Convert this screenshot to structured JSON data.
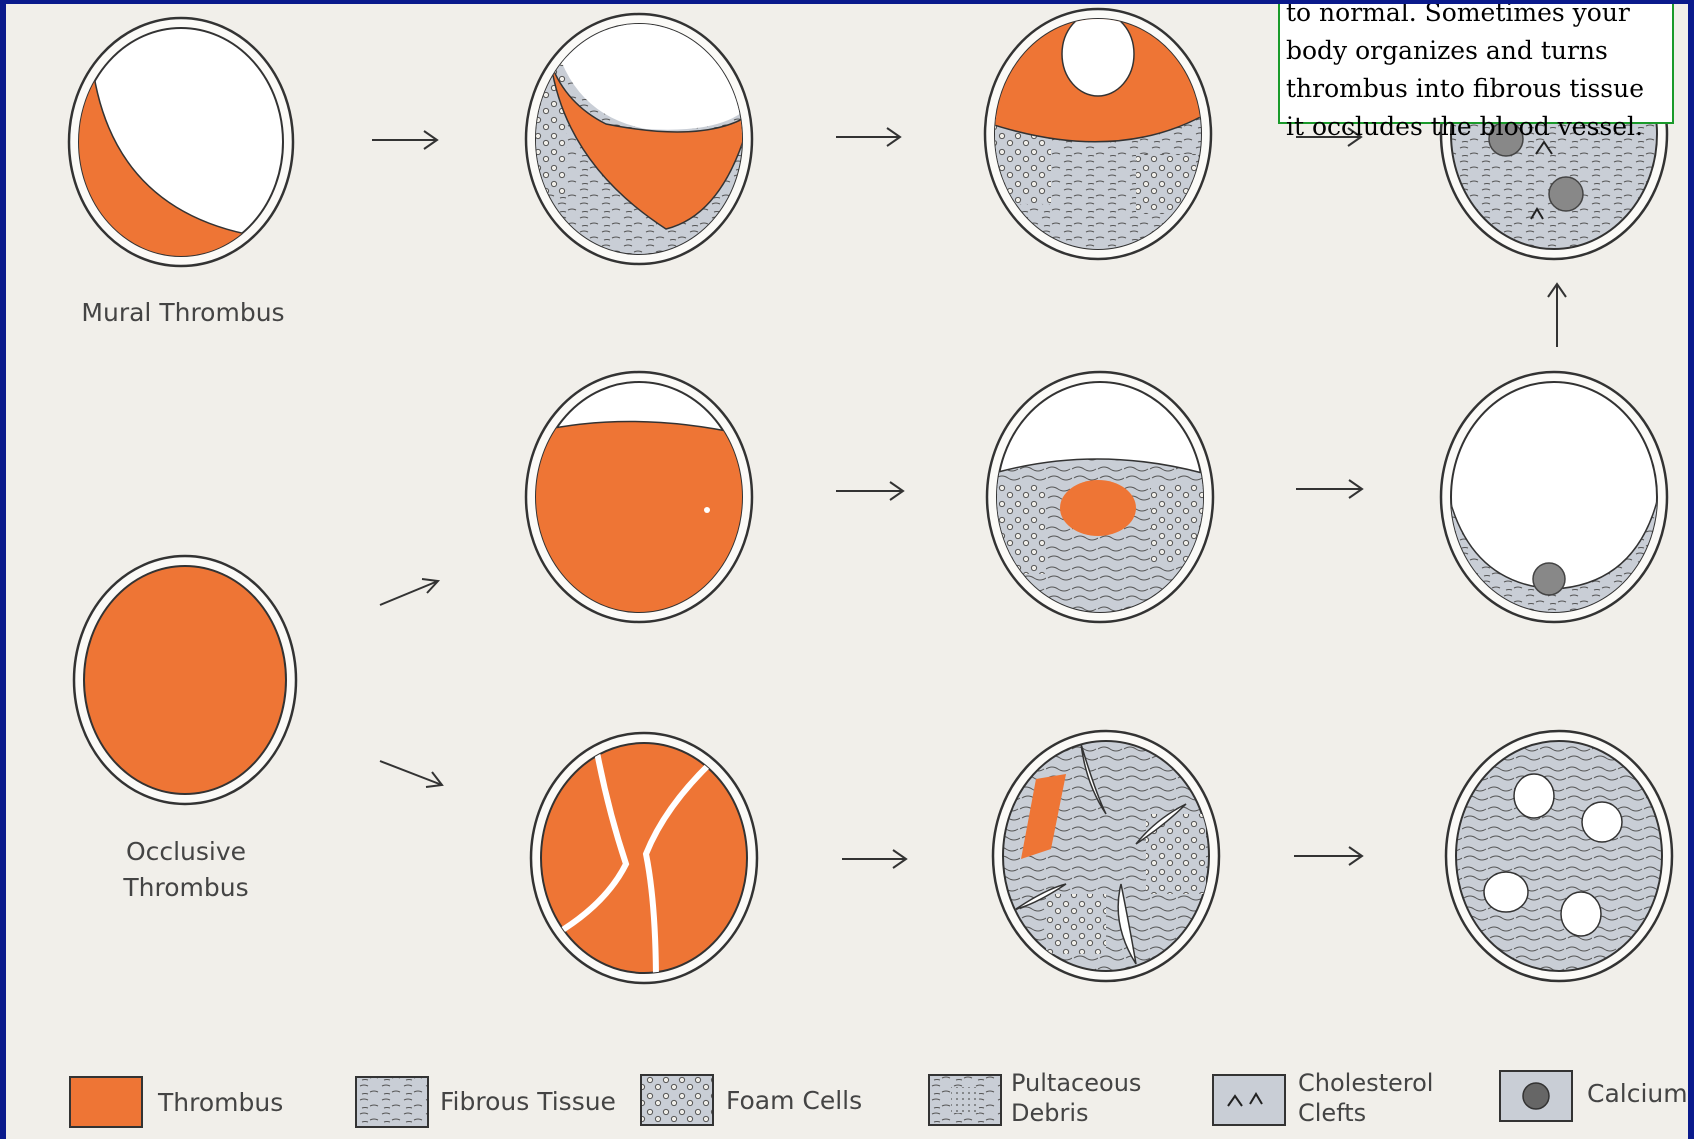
{
  "labels": {
    "mural": "Mural Thrombus",
    "occlusive_1": "Occlusive",
    "occlusive_2": "Thrombus"
  },
  "note": {
    "lines": [
      "to normal. Sometimes your",
      "body organizes and turns",
      "thrombus into fibrous tissue",
      "it occludes the blood vessel."
    ]
  },
  "legend": [
    {
      "label": "Thrombus",
      "icon": "thrombus-swatch-icon"
    },
    {
      "label": "Fibrous Tissue",
      "icon": "fibrous-tissue-swatch-icon"
    },
    {
      "label": "Foam Cells",
      "icon": "foam-cells-swatch-icon"
    },
    {
      "label_1": "Pultaceous",
      "label_2": "Debris",
      "icon": "pultaceous-debris-swatch-icon"
    },
    {
      "label_1": "Cholesterol",
      "label_2": "Clefts",
      "icon": "cholesterol-clefts-swatch-icon"
    },
    {
      "label": "Calcium",
      "icon": "calcium-swatch-icon"
    }
  ],
  "colors": {
    "thrombus": "#ee7535",
    "fibrous": "#c9ced6",
    "background": "#f1efea",
    "note_border": "#1a9a2a"
  }
}
